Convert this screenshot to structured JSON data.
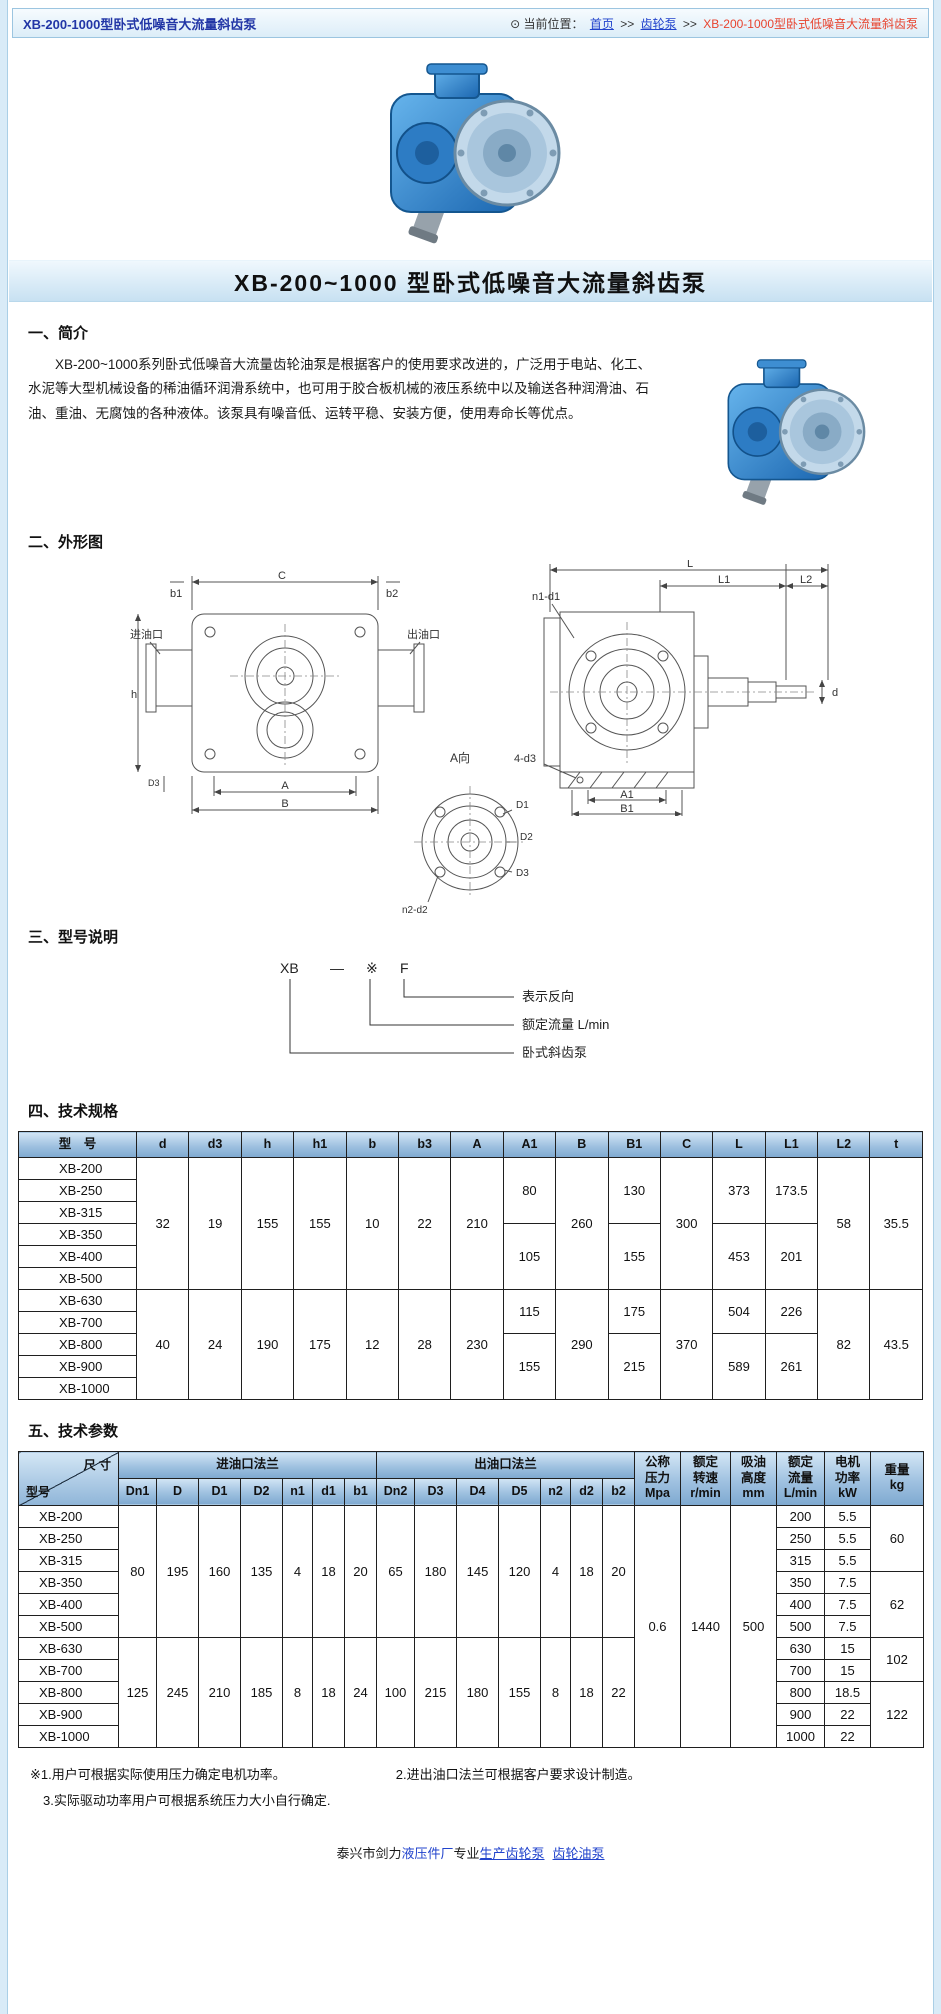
{
  "colors": {
    "header_title": "#2236a6",
    "link_blue": "#2143cc",
    "current_page_red": "#e8432e",
    "band_blue": "#c8e1f2",
    "table_header_blue": "#7ea9d0",
    "frame_blue": "#d9ebf7",
    "pump_blue": "#2d7cc4"
  },
  "header": {
    "page_title": "XB-200-1000型卧式低噪音大流量斜齿泵",
    "location_label": "⊙ 当前位置：",
    "breadcrumb_home": "首页",
    "breadcrumb_sep1": ">>",
    "breadcrumb_category": "齿轮泵",
    "breadcrumb_sep2": ">>",
    "breadcrumb_current": "XB-200-1000型卧式低噪音大流量斜齿泵"
  },
  "title_band": {
    "text": "XB-200~1000 型卧式低噪音大流量斜齿泵"
  },
  "sections": {
    "intro_heading": "一、简介",
    "intro_text": "XB-200~1000系列卧式低噪音大流量齿轮油泵是根据客户的使用要求改进的，广泛用于电站、化工、水泥等大型机械设备的稀油循环润滑系统中，也可用于胶合板机械的液压系统中以及输送各种润滑油、石油、重油、无腐蚀的各种液体。该泵具有噪音低、运转平稳、安装方便，使用寿命长等优点。",
    "outline_heading": "二、外形图",
    "model_heading": "三、型号说明",
    "spec_heading": "四、技术规格",
    "param_heading": "五、技术参数"
  },
  "model_diagram": {
    "code_xb": "XB",
    "code_dash": "—",
    "code_star": "※",
    "code_f": "F",
    "label_reverse": "表示反向",
    "label_flow": "额定流量  L/min",
    "label_type": "卧式斜齿泵"
  },
  "drawings": {
    "front": {
      "c": "C",
      "b1": "b1",
      "b2": "b2",
      "inlet": "进油口",
      "outlet": "出油口",
      "h": "h",
      "a": "A",
      "b": "B",
      "d3": "D3"
    },
    "side": {
      "l": "L",
      "l1": "L1",
      "l2": "L2",
      "n1d1": "n1-d1",
      "bolt": "4-d3",
      "a1": "A1",
      "b1": "B1",
      "d": "d"
    },
    "aview": {
      "title": "A向",
      "d1": "D1",
      "d2": "D2",
      "d3": "D3",
      "n2d2": "n2-d2"
    }
  },
  "spec_table": {
    "header_rows": [
      [
        "型　号",
        "d",
        "d3",
        "h",
        "h1",
        "b",
        "b3",
        "A",
        "A1",
        "B",
        "B1",
        "C",
        "L",
        "L1",
        "L2",
        "t"
      ]
    ],
    "rows": [
      [
        "XB-200",
        {
          "v": "32",
          "rs": 6
        },
        {
          "v": "19",
          "rs": 6
        },
        {
          "v": "155",
          "rs": 6
        },
        {
          "v": "155",
          "rs": 6
        },
        {
          "v": "10",
          "rs": 6
        },
        {
          "v": "22",
          "rs": 6
        },
        {
          "v": "210",
          "rs": 6
        },
        {
          "v": "80",
          "rs": 3
        },
        {
          "v": "260",
          "rs": 6
        },
        {
          "v": "130",
          "rs": 3
        },
        {
          "v": "300",
          "rs": 6
        },
        {
          "v": "373",
          "rs": 3
        },
        {
          "v": "173.5",
          "rs": 3
        },
        {
          "v": "58",
          "rs": 6
        },
        {
          "v": "35.5",
          "rs": 6
        }
      ],
      [
        "XB-250"
      ],
      [
        "XB-315"
      ],
      [
        "XB-350",
        {
          "v": "105",
          "rs": 3
        },
        {
          "v": "155",
          "rs": 3
        },
        {
          "v": "453",
          "rs": 3
        },
        {
          "v": "201",
          "rs": 3
        }
      ],
      [
        "XB-400"
      ],
      [
        "XB-500"
      ],
      [
        "XB-630",
        {
          "v": "40",
          "rs": 5
        },
        {
          "v": "24",
          "rs": 5
        },
        {
          "v": "190",
          "rs": 5
        },
        {
          "v": "175",
          "rs": 5
        },
        {
          "v": "12",
          "rs": 5
        },
        {
          "v": "28",
          "rs": 5
        },
        {
          "v": "230",
          "rs": 5
        },
        {
          "v": "115",
          "rs": 2
        },
        {
          "v": "290",
          "rs": 5
        },
        {
          "v": "175",
          "rs": 2
        },
        {
          "v": "370",
          "rs": 5
        },
        {
          "v": "504",
          "rs": 2
        },
        {
          "v": "226",
          "rs": 2
        },
        {
          "v": "82",
          "rs": 5
        },
        {
          "v": "43.5",
          "rs": 5
        }
      ],
      [
        "XB-700"
      ],
      [
        "XB-800",
        {
          "v": "155",
          "rs": 3
        },
        {
          "v": "215",
          "rs": 3
        },
        {
          "v": "589",
          "rs": 3
        },
        {
          "v": "261",
          "rs": 3
        }
      ],
      [
        "XB-900"
      ],
      [
        "XB-1000"
      ]
    ]
  },
  "param_table": {
    "header_rows": [
      [
        {
          "diag": [
            "尺 寸",
            "型号"
          ],
          "rs": 2
        },
        {
          "v": "进油口法兰",
          "cs": 7
        },
        {
          "v": "出油口法兰",
          "cs": 7
        },
        {
          "v": "公称\n压力\nMpa",
          "rs": 2
        },
        {
          "v": "额定\n转速\nr/min",
          "rs": 2
        },
        {
          "v": "吸油\n高度\nmm",
          "rs": 2
        },
        {
          "v": "额定\n流量\nL/min",
          "rs": 2
        },
        {
          "v": "电机\n功率\nkW",
          "rs": 2
        },
        {
          "v": "重量\nkg",
          "rs": 2
        }
      ],
      [
        "Dn1",
        "D",
        "D1",
        "D2",
        "n1",
        "d1",
        "b1",
        "Dn2",
        "D3",
        "D4",
        "D5",
        "n2",
        "d2",
        "b2"
      ]
    ],
    "rows": [
      [
        "XB-200",
        {
          "v": "80",
          "rs": 6
        },
        {
          "v": "195",
          "rs": 6
        },
        {
          "v": "160",
          "rs": 6
        },
        {
          "v": "135",
          "rs": 6
        },
        {
          "v": "4",
          "rs": 6
        },
        {
          "v": "18",
          "rs": 6
        },
        {
          "v": "20",
          "rs": 6
        },
        {
          "v": "65",
          "rs": 6
        },
        {
          "v": "180",
          "rs": 6
        },
        {
          "v": "145",
          "rs": 6
        },
        {
          "v": "120",
          "rs": 6
        },
        {
          "v": "4",
          "rs": 6
        },
        {
          "v": "18",
          "rs": 6
        },
        {
          "v": "20",
          "rs": 6
        },
        {
          "v": "0.6",
          "rs": 11
        },
        {
          "v": "1440",
          "rs": 11
        },
        {
          "v": "500",
          "rs": 11
        },
        "200",
        "5.5",
        {
          "v": "60",
          "rs": 3
        }
      ],
      [
        "XB-250",
        "250",
        "5.5"
      ],
      [
        "XB-315",
        "315",
        "5.5"
      ],
      [
        "XB-350",
        "350",
        "7.5",
        {
          "v": "62",
          "rs": 3
        }
      ],
      [
        "XB-400",
        "400",
        "7.5"
      ],
      [
        "XB-500",
        "500",
        "7.5"
      ],
      [
        "XB-630",
        {
          "v": "125",
          "rs": 5
        },
        {
          "v": "245",
          "rs": 5
        },
        {
          "v": "210",
          "rs": 5
        },
        {
          "v": "185",
          "rs": 5
        },
        {
          "v": "8",
          "rs": 5
        },
        {
          "v": "18",
          "rs": 5
        },
        {
          "v": "24",
          "rs": 5
        },
        {
          "v": "100",
          "rs": 5
        },
        {
          "v": "215",
          "rs": 5
        },
        {
          "v": "180",
          "rs": 5
        },
        {
          "v": "155",
          "rs": 5
        },
        {
          "v": "8",
          "rs": 5
        },
        {
          "v": "18",
          "rs": 5
        },
        {
          "v": "22",
          "rs": 5
        },
        "630",
        "15",
        {
          "v": "102",
          "rs": 2
        }
      ],
      [
        "XB-700",
        "700",
        "15"
      ],
      [
        "XB-800",
        "800",
        "18.5",
        {
          "v": "122",
          "rs": 3
        }
      ],
      [
        "XB-900",
        "900",
        "22"
      ],
      [
        "XB-1000",
        "1000",
        "22"
      ]
    ]
  },
  "notes": {
    "line1a": "※1.用户可根据实际使用压力确定电机功率。",
    "line1b": "2.进出油口法兰可根据客户要求设计制造。",
    "line2": "3.实际驱动功率用户可根据系统压力大小自行确定."
  },
  "footer": {
    "part1": "泰兴市剑力",
    "link1": "液压件厂",
    "part2": "专业",
    "link2": "生产齿轮泵",
    "link3": "齿轮油泵"
  }
}
